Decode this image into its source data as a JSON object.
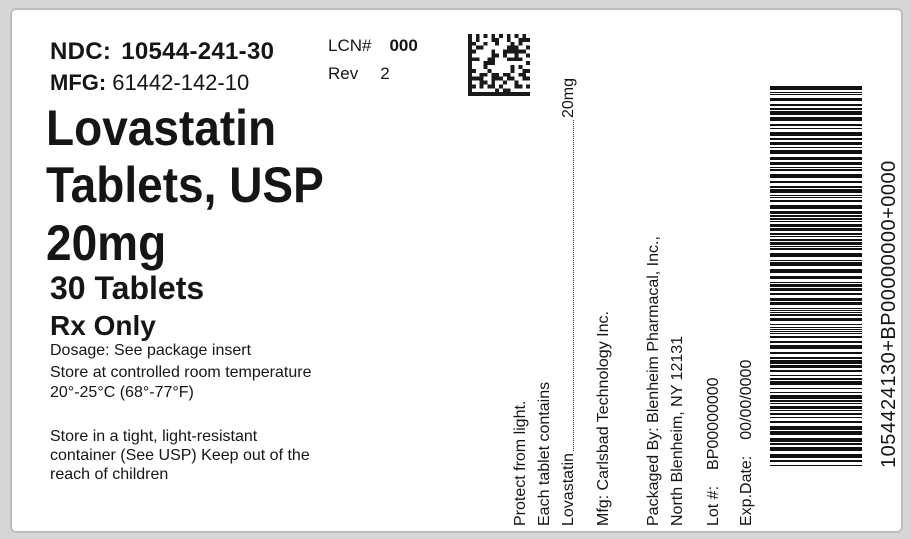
{
  "header": {
    "ndc_label": "NDC:",
    "ndc_value": "10544-241-30",
    "mfg_label": "MFG:",
    "mfg_value": "61442-142-10",
    "lcn_label": "LCN#",
    "lcn_value": "000",
    "rev_label": "Rev",
    "rev_value": "2"
  },
  "product": {
    "name_line1": "Lovastatin",
    "name_line2": "Tablets, USP",
    "strength": "20mg",
    "count": "30 Tablets",
    "rx": "Rx Only"
  },
  "instructions": {
    "dosage": "Dosage: See package insert",
    "storage_line1": "Store at controlled room temperature",
    "storage_line2": "20°-25°C (68°-77°F)",
    "container_line1": "Store in a tight, light-resistant",
    "container_line2": "container (See USP)  Keep out of the",
    "container_line3": "reach of children"
  },
  "side_panel": {
    "protect": "Protect from light.",
    "each_tablet": "Each tablet contains",
    "ingredient_name": "Lovastatin",
    "ingredient_amount": "20mg",
    "manufacturer": "Mfg: Carlsbad Technology Inc.",
    "packaged_line1": "Packaged By:  Blenheim Pharmacal, Inc.,",
    "packaged_line2": "North Blenheim, NY 12131",
    "lot_label": "Lot #:",
    "lot_value": "BP00000000",
    "exp_label": "Exp.Date:",
    "exp_value": "00/00/0000"
  },
  "barcode": {
    "text": "1054424130+BP00000000+0000"
  }
}
